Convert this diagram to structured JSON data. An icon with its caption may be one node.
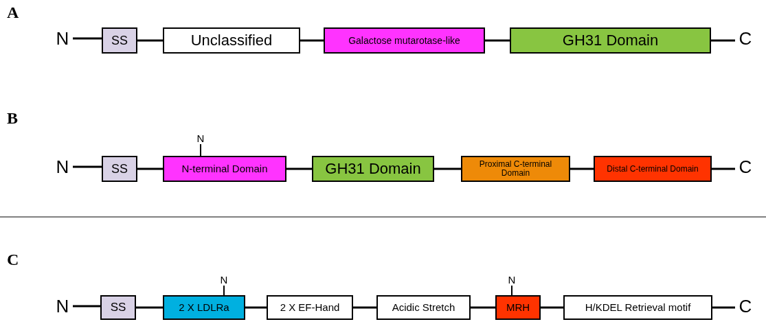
{
  "diagram": {
    "nodes": [
      {
        "text": [
          "N"
        ]
      },
      {
        "text": [
          "SS"
        ]
      },
      {
        "text": [
          "Unclassified"
        ]
      },
      {
        "text": [
          "Galactose mutarotase-like"
        ]
      },
      {
        "text": [
          "GH31 Domain"
        ]
      },
      {
        "text": [
          "C"
        ]
      },
      {
        "text": [
          "N"
        ]
      },
      {
        "text": [
          "N"
        ]
      },
      {
        "text": [
          "SS"
        ]
      },
      {
        "text": [
          "N-terminal Domain"
        ]
      },
      {
        "text": [
          "GH31 Domain"
        ]
      },
      {
        "text": [
          "Proximal C-terminal Domain"
        ]
      },
      {
        "text": [
          "Distal C-terminal Domain"
        ]
      },
      {
        "text": [
          "C"
        ]
      },
      {
        "text": [
          "N"
        ]
      },
      {
        "text": [
          "N"
        ]
      },
      {
        "text": [
          "N"
        ]
      },
      {
        "text": [
          "SS"
        ]
      },
      {
        "text": [
          "2 X LDLRa"
        ]
      },
      {
        "text": [
          "2 X EF-Hand"
        ]
      },
      {
        "text": [
          "Acidic Stretch"
        ]
      },
      {
        "text": [
          "MRH"
        ]
      },
      {
        "text": [
          "H/KDEL Retrieval motif"
        ]
      },
      {
        "text": [
          "C"
        ]
      }
    ],
    "edges": [
      {
        "from": 0,
        "to": 1,
        "arrow": "none"
      },
      {
        "from": 1,
        "to": 2,
        "arrow": "none"
      },
      {
        "from": 2,
        "to": 3,
        "arrow": "none"
      },
      {
        "from": 3,
        "to": 4,
        "arrow": "none"
      },
      {
        "from": 4,
        "to": 5,
        "arrow": "none"
      },
      {
        "from": 6,
        "to": 9,
        "arrow": "none"
      },
      {
        "from": 7,
        "to": 8,
        "arrow": "none"
      },
      {
        "from": 8,
        "to": 9,
        "arrow": "none"
      },
      {
        "from": 9,
        "to": 10,
        "arrow": "none"
      },
      {
        "from": 10,
        "to": 11,
        "arrow": "none"
      },
      {
        "from": 11,
        "to": 12,
        "arrow": "none"
      },
      {
        "from": 12,
        "to": 13,
        "arrow": "none"
      },
      {
        "from": 14,
        "to": 18,
        "arrow": "none"
      },
      {
        "from": 15,
        "to": 21,
        "arrow": "none"
      },
      {
        "from": 16,
        "to": 17,
        "arrow": "none"
      },
      {
        "from": 17,
        "to": 18,
        "arrow": "none"
      },
      {
        "from": 18,
        "to": 19,
        "arrow": "none"
      },
      {
        "from": 19,
        "to": 20,
        "arrow": "none"
      },
      {
        "from": 20,
        "to": 21,
        "arrow": "none"
      },
      {
        "from": 21,
        "to": 22,
        "arrow": "none"
      },
      {
        "from": 22,
        "to": 23,
        "arrow": "none"
      }
    ],
    "labels": [
      "A",
      "B",
      "C"
    ]
  }
}
